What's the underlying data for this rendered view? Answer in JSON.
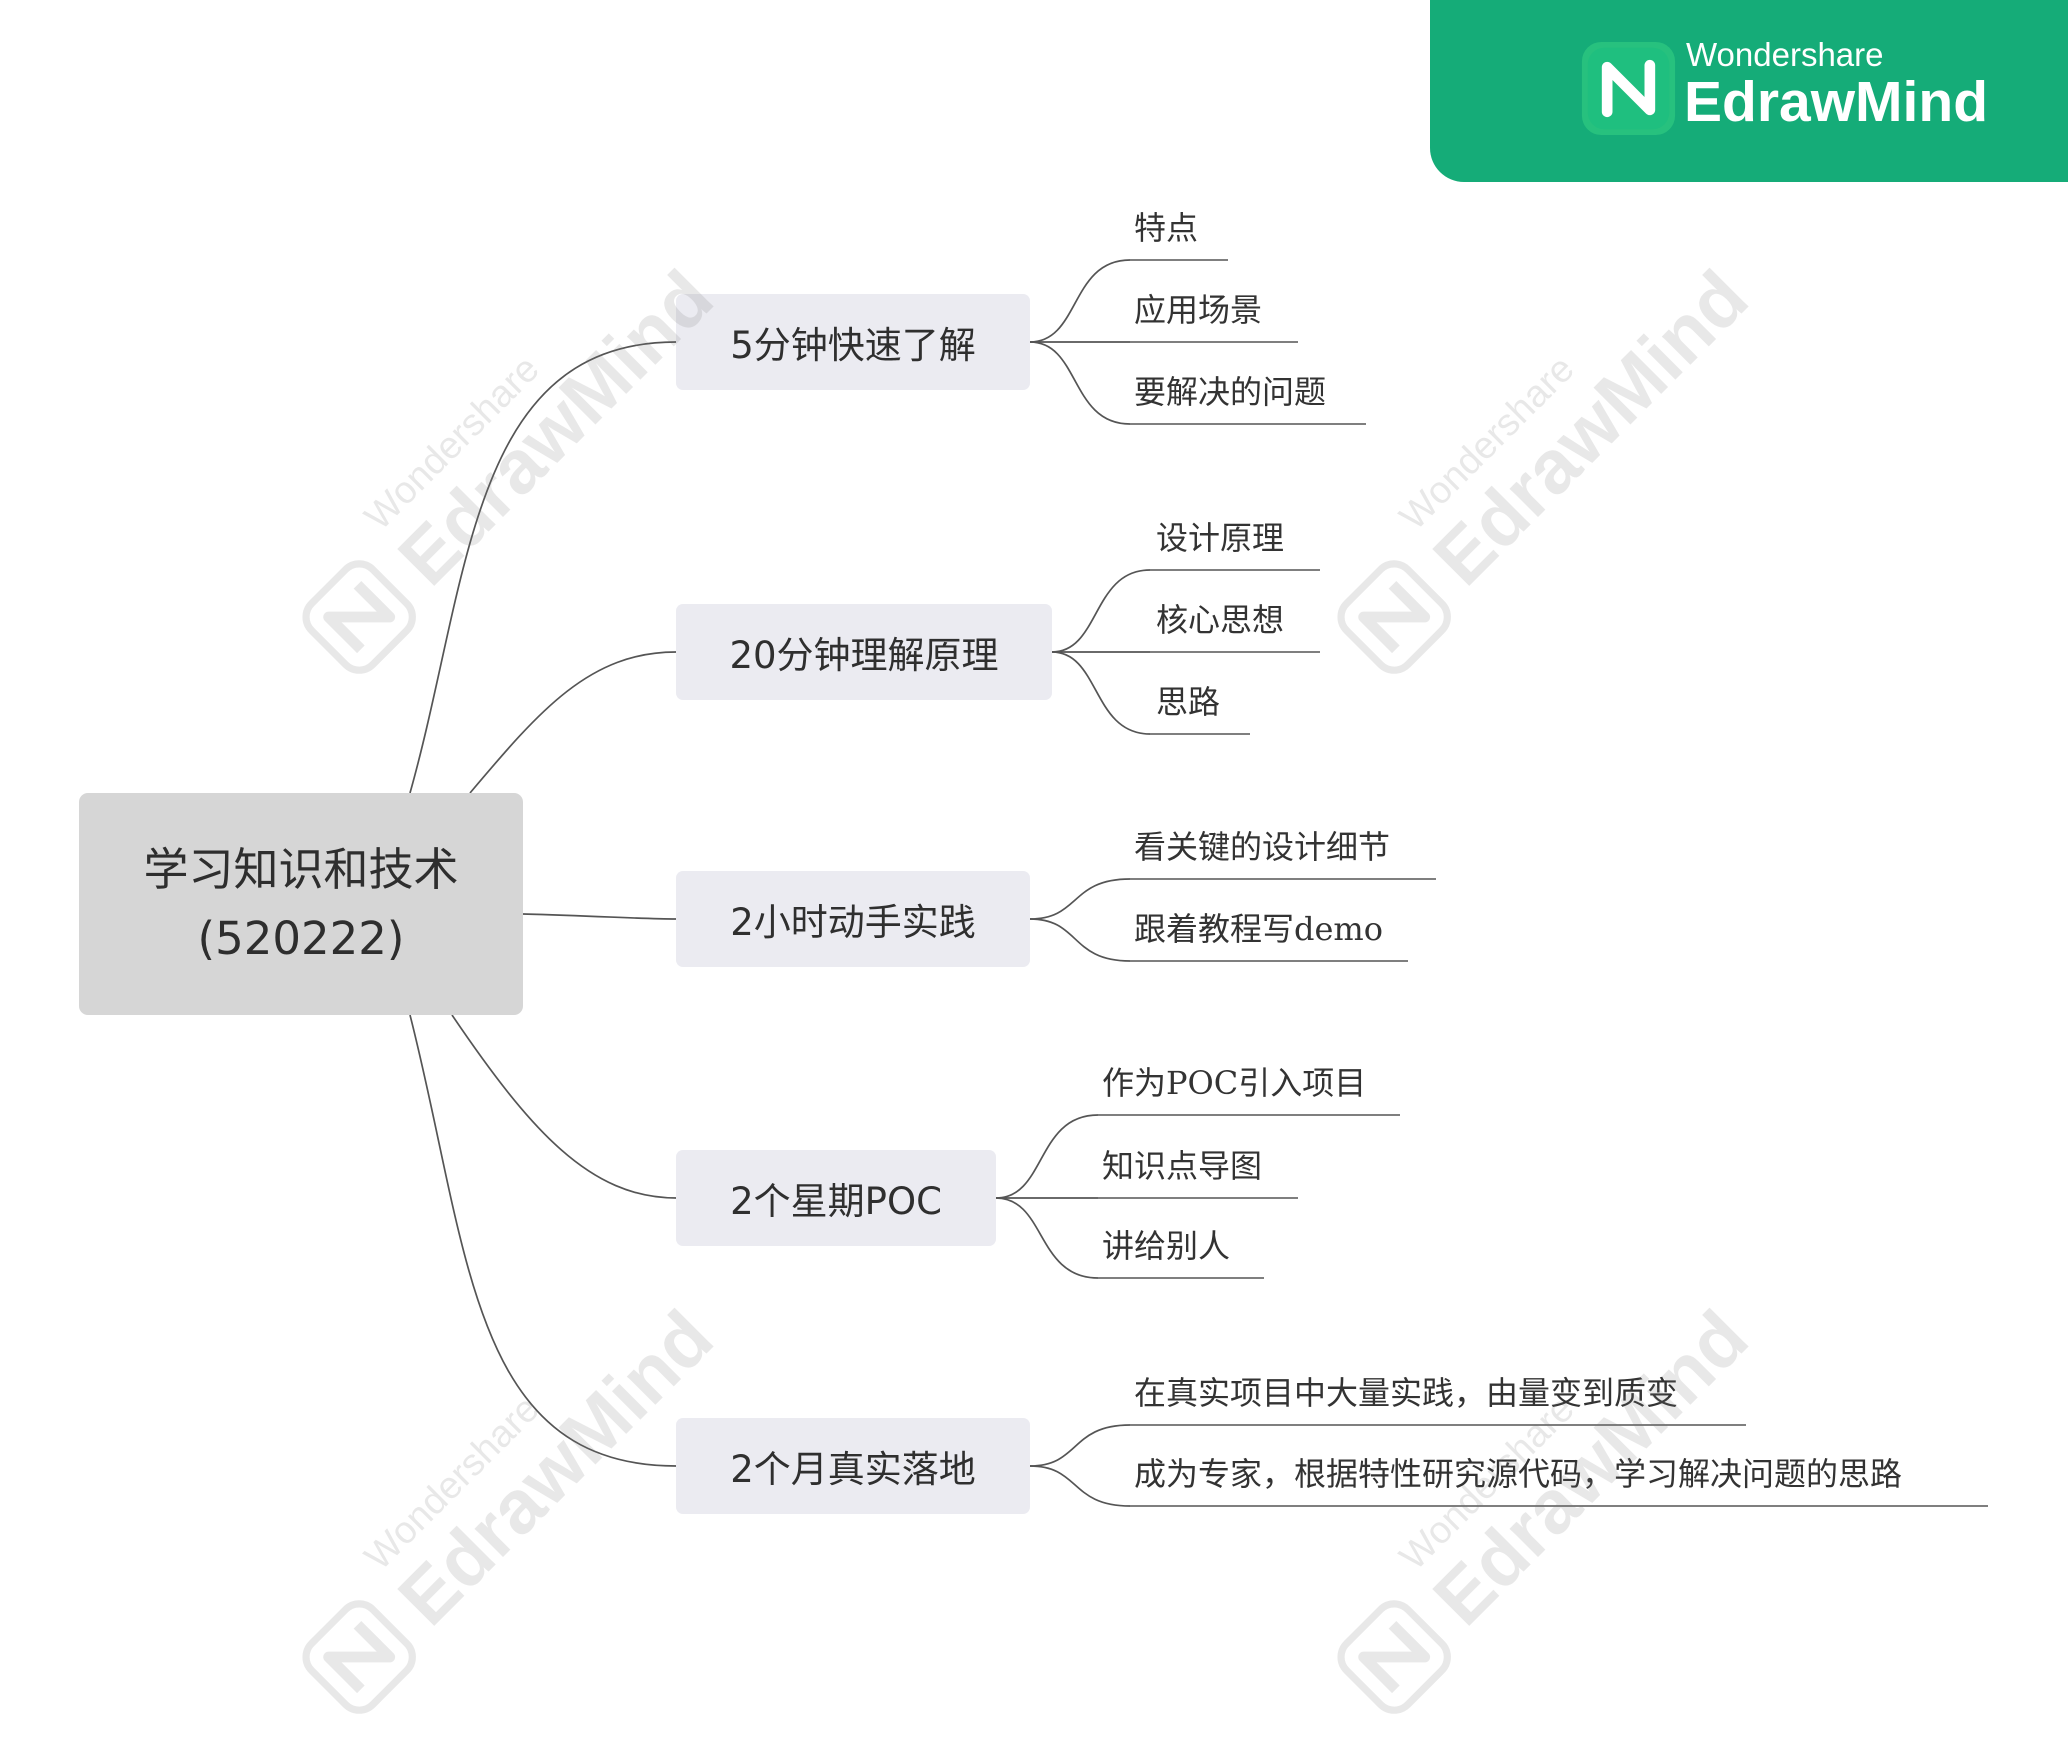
{
  "brand": {
    "vendor": "Wondershare",
    "product": "EdrawMind",
    "accent_color": "#15ac78",
    "icon": "edrawmind-logo-icon"
  },
  "watermark": {
    "vendor": "Wondershare",
    "product": "EdrawMind"
  },
  "mindmap": {
    "root": {
      "lines": [
        "学习知识和技术",
        "(520222)"
      ],
      "fill": "#d6d6d6"
    },
    "branches": [
      {
        "label": "5分钟快速了解",
        "children": [
          "特点",
          "应用场景",
          "要解决的问题"
        ]
      },
      {
        "label": "20分钟理解原理",
        "children": [
          "设计原理",
          "核心思想",
          "思路"
        ]
      },
      {
        "label": "2小时动手实践",
        "children": [
          "看关键的设计细节",
          "跟着教程写demo"
        ]
      },
      {
        "label": "2个星期POC",
        "children": [
          "作为POC引入项目",
          "知识点导图",
          "讲给别人"
        ]
      },
      {
        "label": "2个月真实落地",
        "children": [
          "在真实项目中大量实践，由量变到质变",
          "成为专家，根据特性研究源代码，学习解决问题的思路"
        ]
      }
    ],
    "branch_fill": "#ebebf1",
    "line_color": "#555555"
  }
}
